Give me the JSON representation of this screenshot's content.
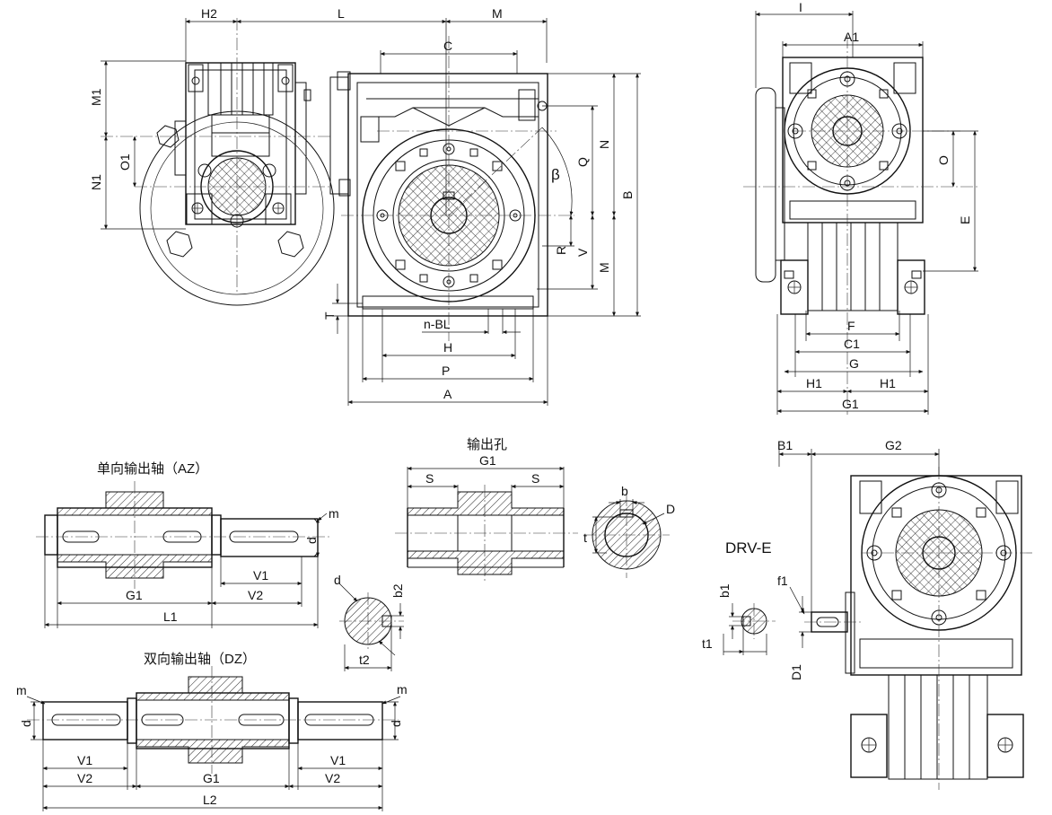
{
  "labels": {
    "side_left": {
      "h2": "H2",
      "l": "L",
      "m": "M",
      "m1": "M1",
      "o1": "O1",
      "n1": "N1"
    },
    "front": {
      "c": "C",
      "q": "Q",
      "n": "N",
      "b": "B",
      "beta": "β",
      "r": "R",
      "v": "V",
      "m": "M",
      "t": "T",
      "nbl": "n-BL",
      "h": "H",
      "p": "P",
      "a": "A"
    },
    "side_right": {
      "i": "I",
      "a1": "A1",
      "o": "O",
      "e": "E",
      "f": "F",
      "c1": "C1",
      "g": "G",
      "h1_left": "H1",
      "h1_right": "H1",
      "g1": "G1"
    },
    "hollow_bore": {
      "title": "输出孔",
      "g1": "G1",
      "s_left": "S",
      "s_right": "S"
    },
    "bore_section": {
      "b": "b",
      "d": "D",
      "t": "t"
    },
    "single_shaft": {
      "title": "单向输出轴（AZ）",
      "m": "m",
      "d": "d",
      "v1": "V1",
      "v2": "V2",
      "g1": "G1",
      "l1": "L1"
    },
    "shaft_section": {
      "d": "d",
      "b2": "b2",
      "t2": "t2"
    },
    "double_shaft": {
      "title": "双向输出轴（DZ）",
      "m_left": "m",
      "m_right": "m",
      "d_left": "d",
      "d_right": "d",
      "v1_left": "V1",
      "v1_right": "V1",
      "v2_left": "V2",
      "v2_right": "V2",
      "g1": "G1",
      "l2": "L2"
    },
    "drv_e": {
      "title": "DRV-E",
      "b1": "B1",
      "g2": "G2",
      "b1_small": "b1",
      "f1": "f1",
      "t1": "t1",
      "d1": "D1"
    }
  }
}
